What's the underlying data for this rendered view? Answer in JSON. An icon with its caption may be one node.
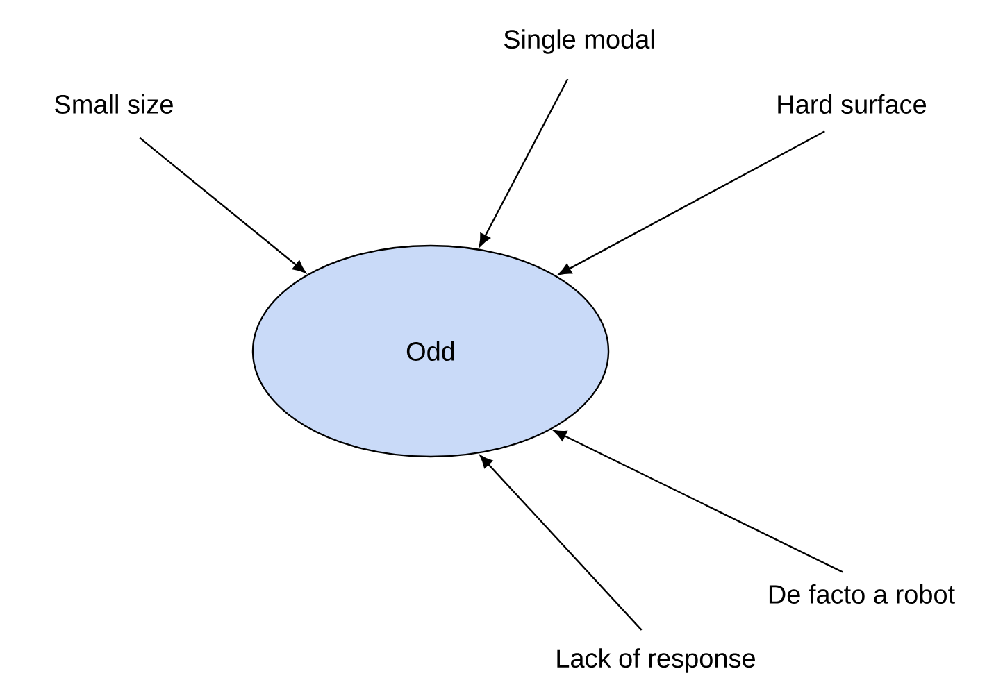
{
  "diagram": {
    "nodes": [
      {
        "text": [
          "Odd"
        ]
      },
      {
        "text": [
          "Small size"
        ]
      },
      {
        "text": [
          "Single modal"
        ]
      },
      {
        "text": [
          "Hard surface"
        ]
      },
      {
        "text": [
          "De facto a robot"
        ]
      },
      {
        "text": [
          "Lack of response"
        ]
      }
    ],
    "edges": [
      {
        "from": 1,
        "to": 0,
        "arrow": "to"
      },
      {
        "from": 2,
        "to": 0,
        "arrow": "to"
      },
      {
        "from": 3,
        "to": 0,
        "arrow": "to"
      },
      {
        "from": 4,
        "to": 0,
        "arrow": "to"
      },
      {
        "from": 5,
        "to": 0,
        "arrow": "to"
      }
    ]
  }
}
